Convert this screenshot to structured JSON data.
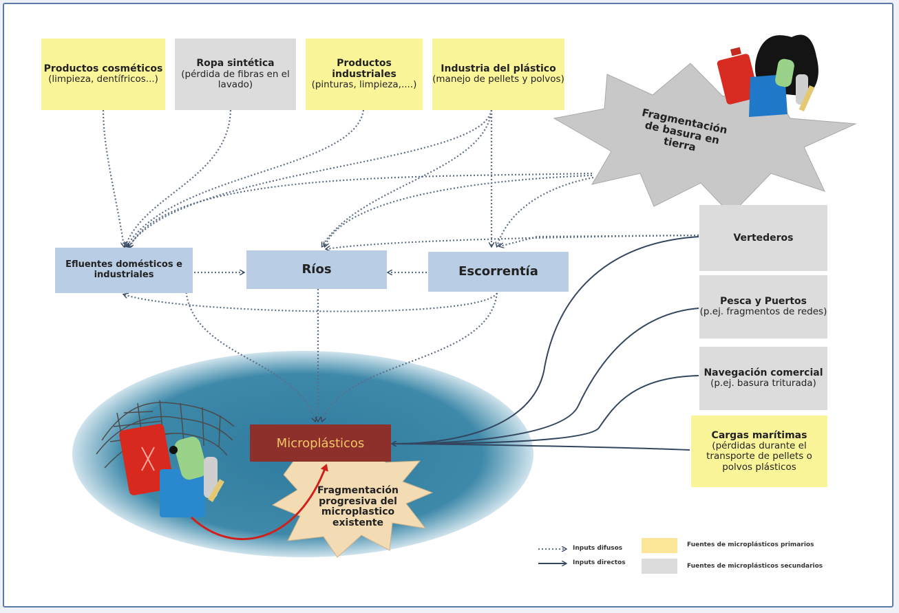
{
  "sources_top": [
    {
      "title": "Productos cosméticos",
      "sub": "(limpieza, dentífricos...)"
    },
    {
      "title": "Ropa sintética",
      "sub": "(pérdida de fibras en el lavado)"
    },
    {
      "title": "Productos industriales",
      "sub": "(pinturas, limpieza,....)"
    },
    {
      "title": "Industria del plástico",
      "sub": "(manejo de pellets y polvos)"
    }
  ],
  "land_fragmentation": "Fragmentación de basura en tierra",
  "middle": {
    "efluentes": "Efluentes domésticos e industriales",
    "rios": "Ríos",
    "escorrentia": "Escorrentía"
  },
  "sources_right": [
    {
      "title": "Vertederos",
      "sub": ""
    },
    {
      "title": "Pesca y Puertos",
      "sub": "(p.ej. fragmentos de redes)"
    },
    {
      "title": "Navegación comercial",
      "sub": "(p.ej. basura triturada)"
    },
    {
      "title": "Cargas marítimas",
      "sub": "(pérdidas durante el transporte de pellets o polvos plásticos"
    }
  ],
  "microplasticos": "Microplásticos",
  "progressive_fragmentation": "Fragmentación progresiva del microplastico existente",
  "legend": {
    "diffuse": "Inputs difusos",
    "direct": "Inputs directos",
    "primary": "Fuentes de microplásticos primarios",
    "secondary": "Fuentes de microplásticos secundarios"
  },
  "colors": {
    "primary_source": "#fbf59a",
    "secondary_source": "#dcdcdc",
    "flow_box": "#b9cde4",
    "microplastics_box": "#8d2f2a",
    "microplastics_text": "#f4c766",
    "sea": "#3e86a6",
    "arrow": "#33465f",
    "red_arrow": "#d0201c"
  }
}
